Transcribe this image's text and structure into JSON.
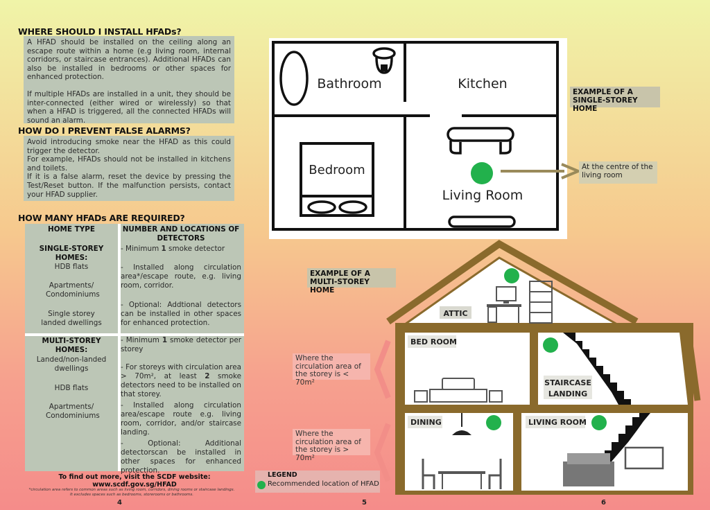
{
  "install": {
    "heading": "WHERE SHOULD I INSTALL HFADs?",
    "p1": "A HFAD should be installed on the ceiling along an escape route within a home (e.g living room, internal corridors, or staircase entrances). Additional HFADs can also be installed in bedrooms or other spaces for enhanced protection.",
    "p2": "If multiple HFADs are installed in a unit, they should be inter-connected (either wired or wirelessly) so that when a HFAD is triggered, all the connected HFADs will sound an alarm."
  },
  "prevent": {
    "heading": "HOW DO I PREVENT FALSE ALARMS?",
    "p1": "Avoid introducing smoke near the HFAD as this could trigger the detector.",
    "p2": "For example, HFADs should not be installed in kitchens and toilets.",
    "p3": "If it is a false alarm, reset the device by pressing the Test/Reset button. If the malfunction persists, contact your HFAD supplier."
  },
  "required": {
    "heading": "HOW MANY HFADs ARE REQUIRED?",
    "col1_header": "HOME TYPE",
    "col2_header": "NUMBER AND LOCATIONS OF DETECTORS",
    "single_title": "SINGLE-STOREY HOMES:",
    "single_types": [
      "HDB flats",
      "Apartments/ Condominiums",
      "Single storey landed dwellings"
    ],
    "single_min_pre": "- Minimum ",
    "single_min_num": "1",
    "single_min_post": " smoke detector",
    "single_r2": "- Installed along circulation area*/escape route, e.g. living room, corridor.",
    "single_r3": "- Optional: Addtional detectors can be installed in other spaces for enhanced protection.",
    "multi_title": "MULTI-STOREY HOMES:",
    "multi_types": [
      "Landed/non-landed dwellings",
      "HDB flats",
      "Apartments/ Condominiums"
    ],
    "multi_min_pre": "- Minimum ",
    "multi_min_num": "1",
    "multi_min_post": " smoke detector per storey",
    "multi_r2_pre": "- For storeys with circulation area > 70m², at least ",
    "multi_r2_num": "2",
    "multi_r2_post": " smoke detectors need to be installed on that storey.",
    "multi_r3": "- Installed along circulation area/escape route e.g. living room, corridor, and/or staircase landing.",
    "multi_r4": "- Optional: Additional detectorscan be installed in other spaces for enhanced protection."
  },
  "footer": {
    "link": "To find out more, visit the SCDF website: www.scdf.gov.sg/HFAD",
    "note1": "*circulation area refers to common areas such as living room, corridors, dining rooms or staircase landings.",
    "note2": "It excludes spaces such as bedrooms, storerooms or bathrooms.",
    "page4": "4",
    "page5": "5",
    "page6": "6"
  },
  "single_plan": {
    "bathroom": "Bathroom",
    "kitchen": "Kitchen",
    "bedroom": "Bedroom",
    "living": "Living Room",
    "example_label": "EXAMPLE OF A SINGLE-STOREY HOME",
    "centre_label": "At the centre of the living room"
  },
  "multi": {
    "example_label": "EXAMPLE OF A MULTI-STOREY HOME",
    "attic": "ATTIC",
    "bedroom": "BED ROOM",
    "staircase": "STAIRCASE LANDING",
    "dining": "DINING",
    "living": "LIVING ROOM",
    "lt70": "Where the circulation area of the storey is < 70m²",
    "gt70": "Where the circulation area of the storey is > 70m²"
  },
  "legend": {
    "title": "LEGEND",
    "item": "Recommended location of HFAD"
  },
  "colors": {
    "hfad_green": "#22b14c",
    "house_brown": "#8a6a2c",
    "box_grey": "#bcc6b6"
  }
}
